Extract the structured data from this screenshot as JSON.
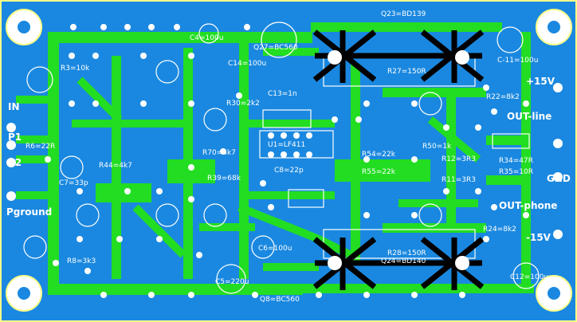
{
  "colors": {
    "board": "#1a88e0",
    "copper": "#22dd22",
    "pad": "#ffffff",
    "silk": "#ffffff",
    "heatsink": "#000000",
    "frame": "#ffff88"
  },
  "connectors": {
    "in": "IN",
    "p1": "P1",
    "p2": "P2",
    "pground": "Pground",
    "plus15": "+15V",
    "minus15": "-15V",
    "out_line": "OUT-line",
    "gnd": "GND",
    "out_phone": "OUT-phone"
  },
  "components": {
    "q23": "Q23=BD139",
    "q24": "Q24=BD140",
    "q27": "Q27=BC560",
    "q8": "Q8=BC560",
    "u1": "U1=LF411",
    "c4": "C4=100u",
    "c14": "C14=100u",
    "c11": "C-11=100u",
    "c12": "C12=100u",
    "c5": "C5=220u",
    "c6": "C6=100u",
    "c13": "C13=1n",
    "c7": "C7=33p",
    "c8": "C8=22p",
    "r27": "R27=150R",
    "r28": "R28=150R",
    "r22": "R22=8k2",
    "r24": "R24=8k2",
    "r44": "R44=4k7",
    "r54": "R54=22k",
    "r55": "R55=22k",
    "r39": "R39=68k",
    "r11": "R11=3R3",
    "r12": "R12=3R3",
    "r34": "R34=47R",
    "r35": "R35=10R",
    "r3": "R3=10k",
    "r8": "R8=3k3",
    "r70": "R70=4k7",
    "r6": "R6=22R",
    "r50": "R50=1k",
    "r30": "R30=2k2"
  }
}
